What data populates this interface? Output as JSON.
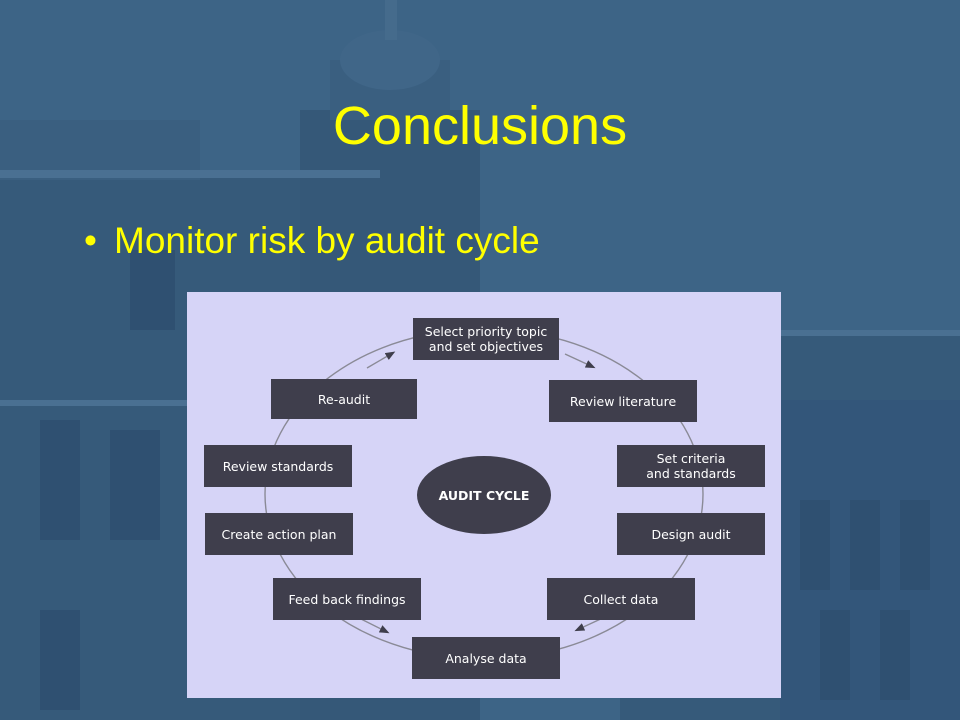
{
  "slide": {
    "title": "Conclusions",
    "bullet_marker": "•",
    "bullet_text": "Monitor risk by audit cycle",
    "colors": {
      "background": "#3d6486",
      "text": "#ffff00",
      "panel": "#d6d4f7",
      "box": "#3f3e4c"
    }
  },
  "audit_cycle": {
    "center_label": "AUDIT CYCLE",
    "steps": [
      "Select priority topic\nand set objectives",
      "Review literature",
      "Set criteria\nand standards",
      "Design audit",
      "Collect data",
      "Analyse data",
      "Feed back findings",
      "Create action plan",
      "Review standards",
      "Re-audit"
    ]
  }
}
